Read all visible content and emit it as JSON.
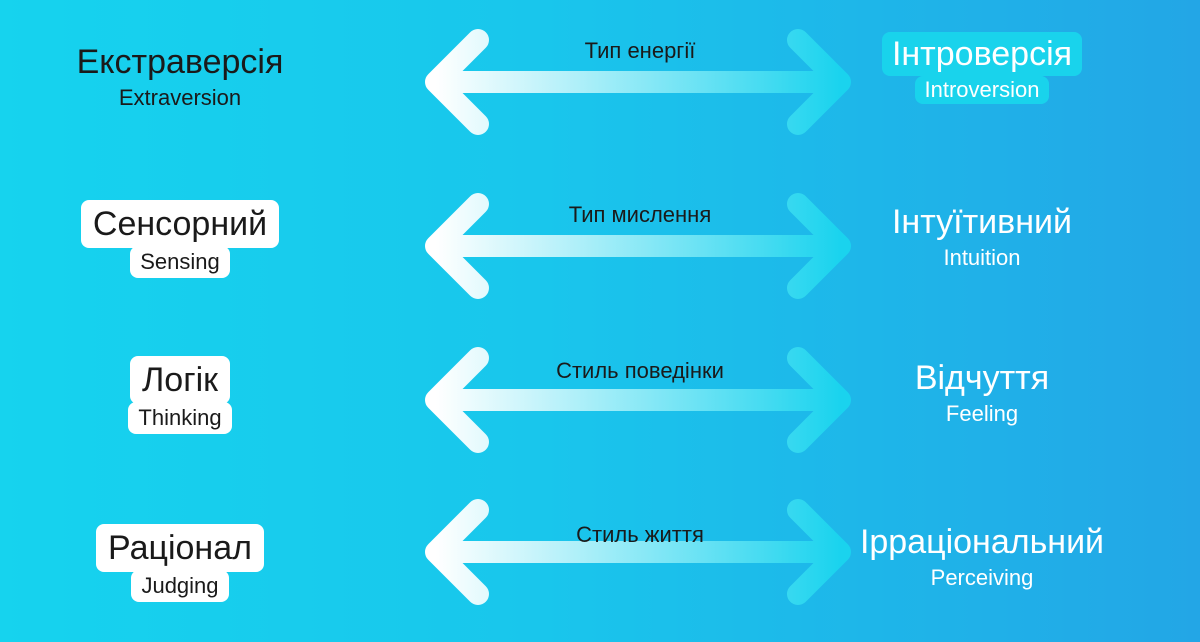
{
  "rows": [
    {
      "left_main": "Екстраверсія",
      "left_sub": "Extraversion",
      "middle": "Тип енергії",
      "right_main": "Інтроверсія",
      "right_sub": "Introversion"
    },
    {
      "left_main": "Сенсорний",
      "left_sub": "Sensing",
      "middle": "Тип мислення",
      "right_main": "Інтуїтивний",
      "right_sub": "Intuition"
    },
    {
      "left_main": "Логік",
      "left_sub": "Thinking",
      "middle": "Стиль поведінки",
      "right_main": "Відчуття",
      "right_sub": "Feeling"
    },
    {
      "left_main": "Раціонал",
      "left_sub": "Judging",
      "middle": "Стиль життя",
      "right_main": "Ірраціональний",
      "right_sub": "Perceiving"
    }
  ],
  "colors": {
    "arrow_start": "#ffffff",
    "arrow_end": "#1ad3ee",
    "text": "#1a1a1a"
  }
}
